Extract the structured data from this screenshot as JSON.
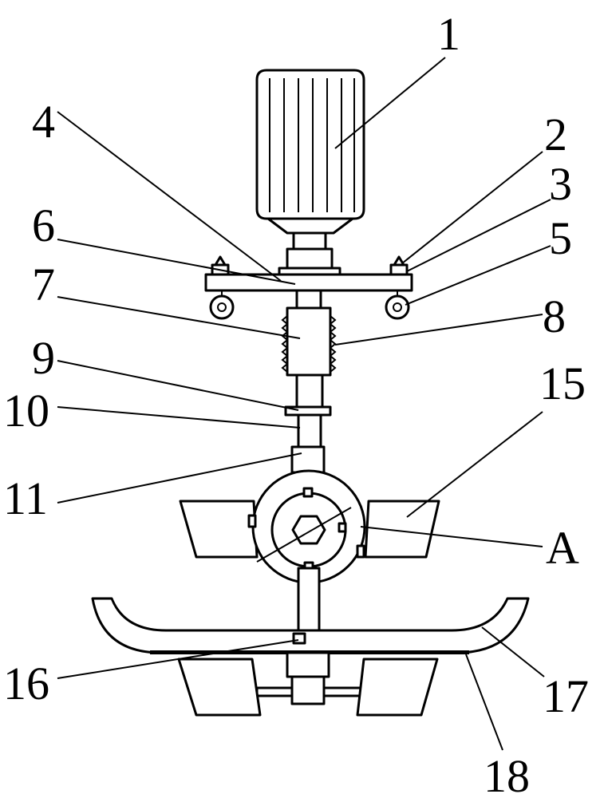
{
  "labels": {
    "l1": "1",
    "l2": "2",
    "l3": "3",
    "l4": "4",
    "l5": "5",
    "l6": "6",
    "l7": "7",
    "l8": "8",
    "l9": "9",
    "l10": "10",
    "l11": "11",
    "l15": "15",
    "lA": "A",
    "l16": "16",
    "l17": "17",
    "l18": "18"
  },
  "colors": {
    "line": "#000000",
    "background": "#ffffff"
  }
}
